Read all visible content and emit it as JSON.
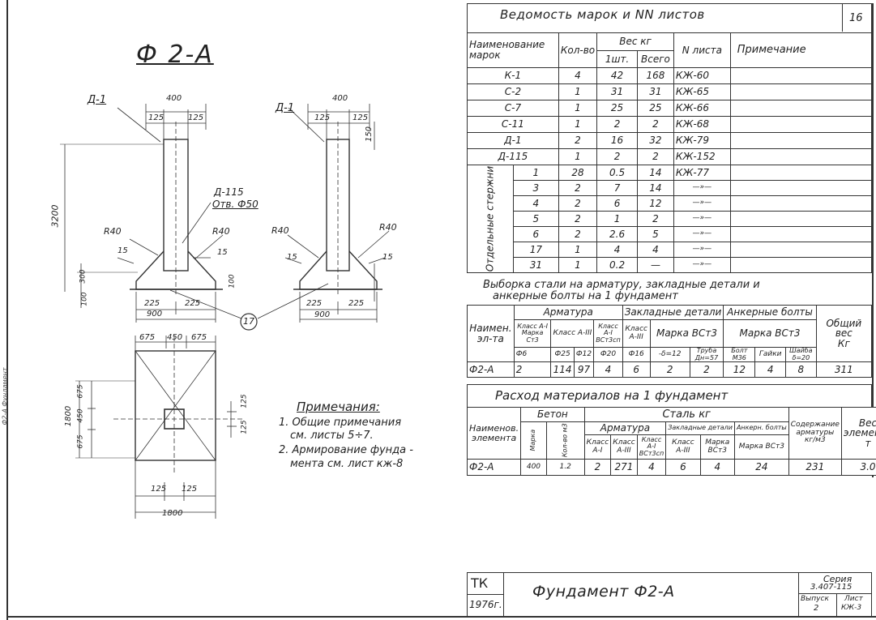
{
  "drawing": {
    "title": "Ф 2-А",
    "labels": {
      "d1_left": "Д-1",
      "d1_right": "Д-1",
      "d115": "Д-115",
      "otv": "Отв. Ф50",
      "r40_a": "R40",
      "r40_b": "R40",
      "r40_c": "R40",
      "r40_d": "R40",
      "callout": "17"
    },
    "dims": {
      "w400_l": "400",
      "c125_l1": "125",
      "c125_l2": "125",
      "w400_r": "400",
      "c125_r1": "125",
      "c125_r2": "125",
      "h150": "150",
      "h3200": "3200",
      "h300": "300",
      "h100_l": "100",
      "h100_r": "100",
      "d15_l1": "15",
      "d15_l2": "15",
      "d15_r1": "15",
      "d15_r2": "15",
      "d225_l1": "225",
      "d225_l2": "225",
      "d900_l": "900",
      "d225_r1": "225",
      "d225_r2": "225",
      "d900_r": "900",
      "p675_1": "675",
      "p450": "450",
      "p675_2": "675",
      "p1800_v": "1800",
      "p675_v1": "675",
      "p450_v": "450",
      "p675_v2": "675",
      "p125_r1": "125",
      "p125_r2": "125",
      "p125_b1": "125",
      "p125_b2": "125",
      "p1800_h": "1800"
    }
  },
  "notes": {
    "heading": "Примечания:",
    "items": [
      "1. Общие примечания",
      "см. листы 5÷7.",
      "2. Армирование фунда -",
      "мента см. лист кж-8"
    ]
  },
  "margin_text": "Ф2-А  Фундамент",
  "sheet_number": "16",
  "table1": {
    "title": "Ведомость марок и NN листов",
    "headers": {
      "name": "Наименование марок",
      "qty": "Кол-во",
      "weight": "Вес кг",
      "per_unit": "1шт.",
      "total": "Всего",
      "sheet": "N листа",
      "note": "Примечание",
      "group": "Отдельные стержни"
    },
    "rows": [
      {
        "mark": "К-1",
        "qty": "4",
        "unit": "42",
        "total": "168",
        "sheet": "КЖ-60"
      },
      {
        "mark": "С-2",
        "qty": "1",
        "unit": "31",
        "total": "31",
        "sheet": "КЖ-65"
      },
      {
        "mark": "С-7",
        "qty": "1",
        "unit": "25",
        "total": "25",
        "sheet": "КЖ-66"
      },
      {
        "mark": "С-11",
        "qty": "1",
        "unit": "2",
        "total": "2",
        "sheet": "КЖ-68"
      },
      {
        "mark": "Д-1",
        "qty": "2",
        "unit": "16",
        "total": "32",
        "sheet": "КЖ-79"
      },
      {
        "mark": "Д-115",
        "qty": "1",
        "unit": "2",
        "total": "2",
        "sheet": "КЖ-152"
      }
    ],
    "bars": [
      {
        "mark": "1",
        "qty": "28",
        "unit": "0.5",
        "total": "14",
        "sheet": "КЖ-77"
      },
      {
        "mark": "3",
        "qty": "2",
        "unit": "7",
        "total": "14",
        "sheet": "—»—"
      },
      {
        "mark": "4",
        "qty": "2",
        "unit": "6",
        "total": "12",
        "sheet": "—»—"
      },
      {
        "mark": "5",
        "qty": "2",
        "unit": "1",
        "total": "2",
        "sheet": "—»—"
      },
      {
        "mark": "6",
        "qty": "2",
        "unit": "2.6",
        "total": "5",
        "sheet": "—»—"
      },
      {
        "mark": "17",
        "qty": "1",
        "unit": "4",
        "total": "4",
        "sheet": "—»—"
      },
      {
        "mark": "31",
        "qty": "1",
        "unit": "0.2",
        "total": "—",
        "sheet": "—»—"
      }
    ]
  },
  "table2": {
    "title1": "Выборка стали на арматуру, закладные детали и",
    "title2": "анкерные болты на 1 фундамент",
    "h_name": "Наимен. эл-та",
    "h_arm": "Арматура",
    "h_zd": "Закладные детали",
    "h_ab": "Анкерные болты",
    "h_total": "Общий вес",
    "h_kg": "Кг",
    "h_cl1": "Класс А-I",
    "h_marka_st3": "Марка Ст3",
    "h_cl3": "Класс А-III",
    "h_vst3": "Класс А-I ВСт3сп",
    "h_zd_cl": "Класс А-III",
    "h_zd_marka": "Марка ВСт3",
    "h_ab_marka": "Марка ВСт3",
    "s_f6": "Ф6",
    "s_f25": "Ф25",
    "s_f12": "Ф12",
    "s_f20": "Ф20",
    "s_f16": "Ф16",
    "s_d12": "-δ=12",
    "s_truba": "Труба Дн=57",
    "s_bolt": "Болт М36",
    "s_gaiki": "Гайки",
    "s_shaiba": "Шайба δ=20",
    "row": {
      "name": "Ф2-А",
      "f6": "2",
      "f25": "114",
      "f12": "97",
      "f20": "4",
      "f16": "6",
      "d12": "2",
      "truba": "2",
      "bolt": "12",
      "gaiki": "4",
      "shaiba": "8",
      "total": "311"
    }
  },
  "table3": {
    "title": "Расход материалов на 1 фундамент",
    "h_name": "Наименов. элемента",
    "h_beton": "Бетон",
    "h_marka": "Марка",
    "h_qty": "Кол-во м3",
    "h_steel": "Сталь кг",
    "h_arm": "Арматура",
    "h_zd": "Закладные детали",
    "h_ab": "Анкерн. болты",
    "h_cl1": "Класс А-I",
    "h_cl3": "Класс А-III",
    "h_vst": "Класс А-I ВСт3сп",
    "h_zd_cl": "Класс А-III",
    "h_zd_m": "Марка ВСт3",
    "h_ab_m": "Марка ВСт3",
    "h_content": "Содержание арматуры кг/м3",
    "h_weight": "Вес элемента т",
    "row": {
      "name": "Ф2-А",
      "marka": "400",
      "qty": "1.2",
      "cl1": "2",
      "cl3": "271",
      "vst": "4",
      "zd_cl": "6",
      "zd_m": "4",
      "ab": "24",
      "content": "231",
      "weight": "3.0"
    }
  },
  "stamp": {
    "tk": "ТК",
    "year": "1976г.",
    "title": "Фундамент Ф2-А",
    "series_label": "Серия",
    "series": "3.407-115",
    "vypusk_label": "Выпуск",
    "vypusk": "2",
    "list_label": "Лист",
    "list": "КЖ-3"
  }
}
